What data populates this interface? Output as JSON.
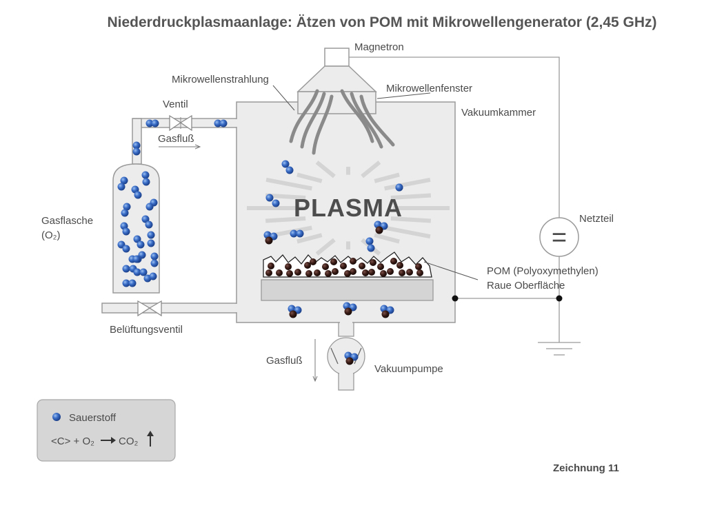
{
  "title": "Niederdruckplasmaanlage: Ätzen von POM mit Mikrowellengenerator (2,45 GHz)",
  "labels": {
    "magnetron": "Magnetron",
    "mikrowellenstrahlung": "Mikrowellenstrahlung",
    "mikrowellenfenster": "Mikrowellenfenster",
    "ventil": "Ventil",
    "vakuumkammer": "Vakuumkammer",
    "gasfluss_top": "Gasfluß",
    "gasflasche_line1": "Gasflasche",
    "gasflasche_line2": "(O₂)",
    "plasma": "PLASMA",
    "netzteil": "Netzteil",
    "netzteil_symbol": "=",
    "pom_line1": "POM (Polyoxymethylen)",
    "pom_line2": "Raue Oberfläche",
    "belueftungsventil": "Belüftungsventil",
    "gasfluss_bottom": "Gasfluß",
    "vakuumpumpe": "Vakuumpumpe",
    "drawing_number": "Zeichnung 11"
  },
  "legend": {
    "oxygen_label": "Sauerstoff",
    "reaction_left": "<C> + O₂",
    "reaction_right": "CO₂"
  },
  "colors": {
    "oxygen": "#2f5fb8",
    "carbon": "#2a1410",
    "chamber": "#ececec",
    "outline": "#9a9a9a",
    "waves": "#8a8a8a"
  }
}
